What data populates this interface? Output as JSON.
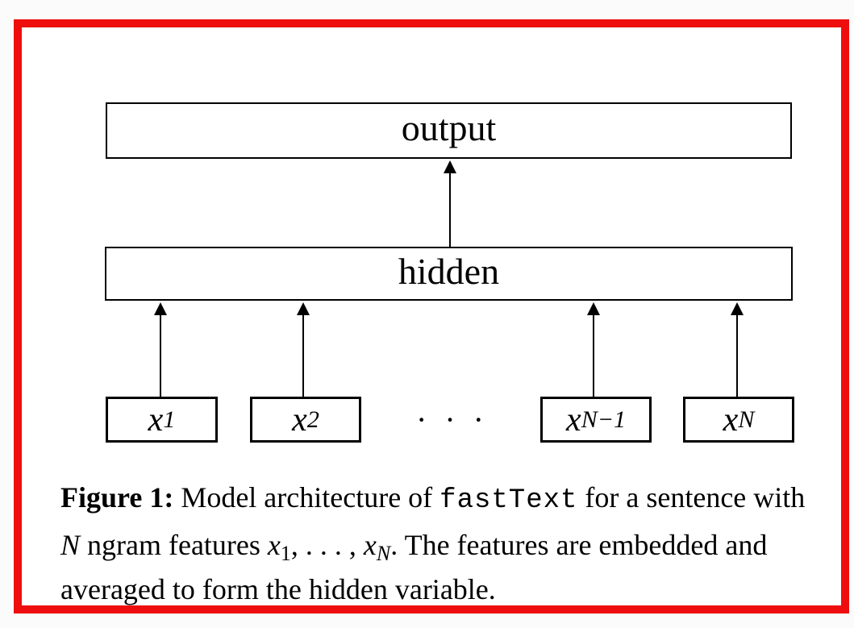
{
  "colors": {
    "frame_border": "#ee0e0e",
    "diagram_lines": "#000000",
    "background": "#ffffff"
  },
  "diagram": {
    "output_label": "output",
    "hidden_label": "hidden",
    "inputs": [
      {
        "base": "x",
        "sub": "1"
      },
      {
        "base": "x",
        "sub": "2"
      },
      {
        "base": "x",
        "sub": "N−1"
      },
      {
        "base": "x",
        "sub": "N"
      }
    ],
    "ellipsis": "· · ·"
  },
  "caption": {
    "lines": [
      {
        "tokens": [
          {
            "style": "bold",
            "text": "Figure 1:"
          },
          {
            "style": "serif",
            "text": " Model architecture of "
          },
          {
            "style": "mono",
            "text": "fastText"
          },
          {
            "style": "serif",
            "text": " for a sentence with"
          }
        ]
      },
      {
        "tokens": [
          {
            "style": "math-italic",
            "text": "N"
          },
          {
            "style": "serif",
            "text": " ngram features "
          },
          {
            "style": "math-italic",
            "text": "x"
          },
          {
            "style": "subscript",
            "text": "1"
          },
          {
            "style": "serif",
            "text": ", . . . , "
          },
          {
            "style": "math-italic",
            "text": "x"
          },
          {
            "style": "subscript-italic",
            "text": "N"
          },
          {
            "style": "serif",
            "text": ". The features are embedded and"
          }
        ]
      },
      {
        "tokens": [
          {
            "style": "serif",
            "text": "averaged to form the hidden variable."
          }
        ]
      }
    ]
  }
}
